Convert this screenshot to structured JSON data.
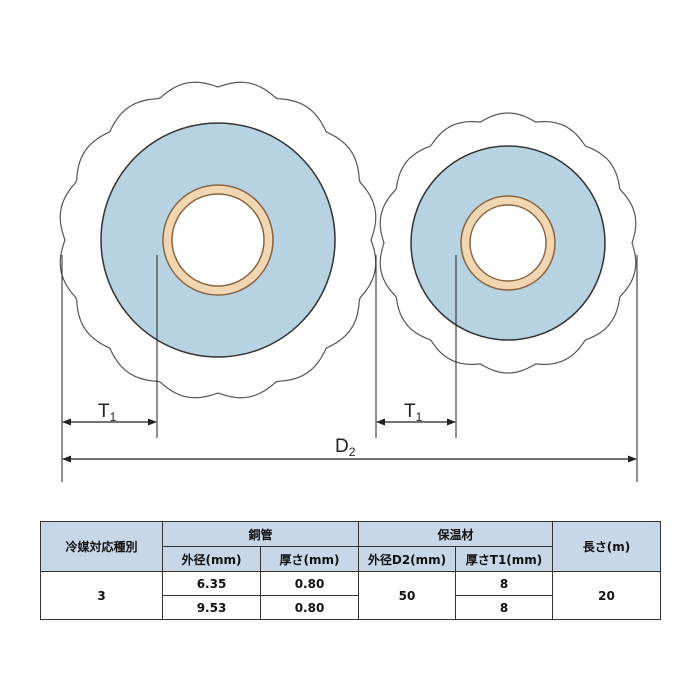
{
  "diagram": {
    "labels": {
      "t1_left": "T",
      "t1_left_sub": "1",
      "t1_right": "T",
      "t1_right_sub": "1",
      "d2": "D",
      "d2_sub": "2"
    },
    "colors": {
      "insulation": "#b7d3e1",
      "copper_fill": "#f0d7b2",
      "copper_stroke": "#8a6440",
      "outline": "#555555",
      "dimension": "#222222"
    }
  },
  "table": {
    "headers": {
      "refrigerant": "冷媒対応種別",
      "copper": "銅管",
      "insulation": "保温材",
      "length": "長さ(m)",
      "copper_od": "外径(mm)",
      "copper_thick": "厚さ(mm)",
      "ins_od": "外径D2(mm)",
      "ins_thick": "厚さT1(mm)"
    },
    "rows": {
      "refrigerant": "3",
      "copper": [
        {
          "od": "6.35",
          "thick": "0.80"
        },
        {
          "od": "9.53",
          "thick": "0.80"
        }
      ],
      "ins_od": "50",
      "ins_thick": [
        "8",
        "8"
      ],
      "length": "20"
    },
    "colors": {
      "header_bg": "#c7d7e8",
      "border": "#333333"
    }
  }
}
